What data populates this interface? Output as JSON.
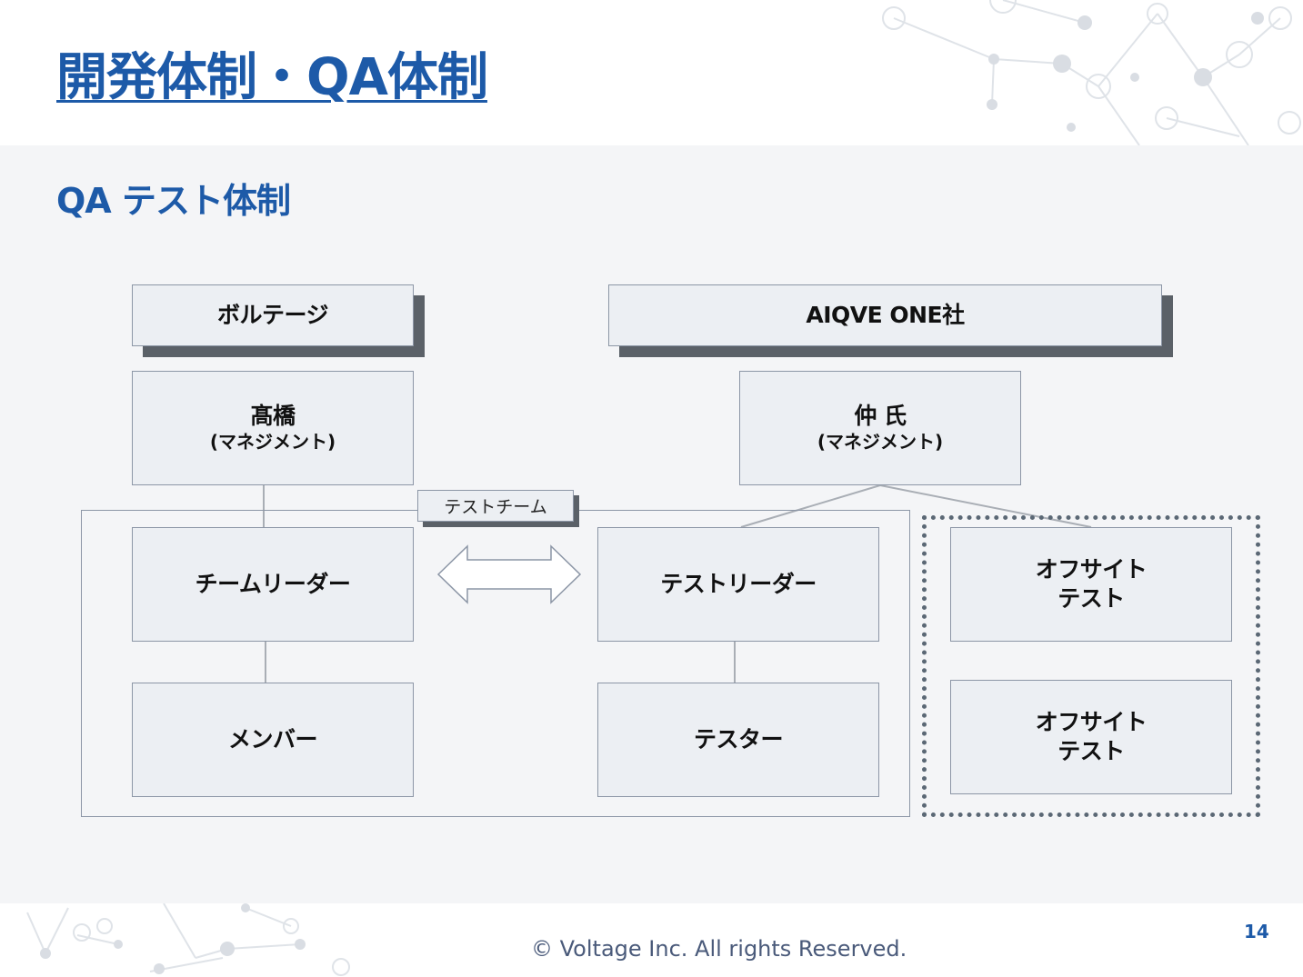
{
  "slide": {
    "title": "開発体制・QA体制",
    "subtitle": "QA テスト体制"
  },
  "diagram": {
    "company_left": "ボルテージ",
    "company_right": "AIQVE ONE社",
    "manager_left": {
      "name": "髙橋",
      "role": "(マネジメント)"
    },
    "manager_right": {
      "name": "仲 氏",
      "role": "(マネジメント)"
    },
    "team_label": "テストチーム",
    "team_leader": "チームリーダー",
    "test_leader": "テストリーダー",
    "member": "メンバー",
    "tester": "テスター",
    "offsite_1": {
      "line1": "オフサイト",
      "line2": "テスト"
    },
    "offsite_2": {
      "line1": "オフサイト",
      "line2": "テスト"
    }
  },
  "footer": {
    "copyright": "© Voltage Inc. All rights Reserved.",
    "page_number": "14"
  },
  "colors": {
    "accent": "#1d5aa8",
    "box_fill": "#eceff3",
    "box_border": "#8c96a6",
    "shadow": "#5b6168",
    "panel": "#f4f5f7"
  }
}
